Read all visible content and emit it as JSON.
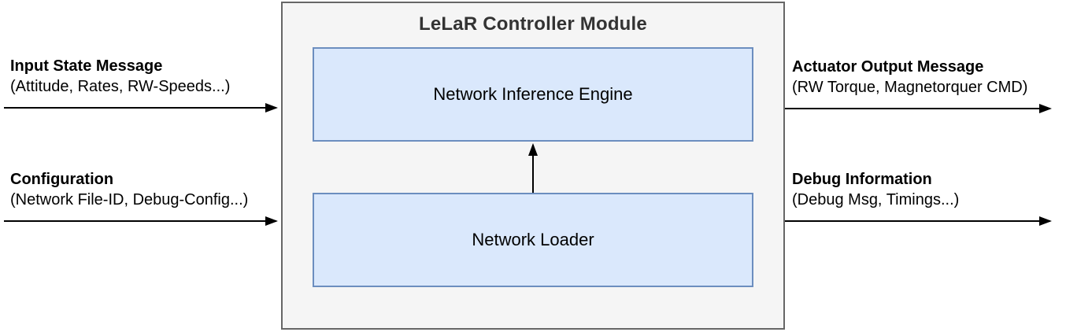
{
  "diagram": {
    "container": {
      "title": "LeLaR Controller Module"
    },
    "blocks": [
      {
        "id": "network-inference-engine",
        "label": "Network Inference Engine"
      },
      {
        "id": "network-loader",
        "label": "Network Loader"
      }
    ],
    "ports": {
      "input_state": {
        "title": "Input State Message",
        "subtitle": "(Attitude, Rates, RW-Speeds...)",
        "direction": "in"
      },
      "configuration": {
        "title": "Configuration",
        "subtitle": "(Network File-ID, Debug-Config...)",
        "direction": "in"
      },
      "actuator_output": {
        "title": "Actuator Output Message",
        "subtitle": "(RW Torque, Magnetorquer CMD)",
        "direction": "out"
      },
      "debug_info": {
        "title": "Debug Information",
        "subtitle": "(Debug Msg, Timings...)",
        "direction": "out"
      }
    },
    "colors": {
      "block_fill": "#dae8fc",
      "block_border": "#6c8ebf",
      "container_fill": "#f5f5f5",
      "container_border": "#666666",
      "arrow_color": "#000000"
    }
  }
}
